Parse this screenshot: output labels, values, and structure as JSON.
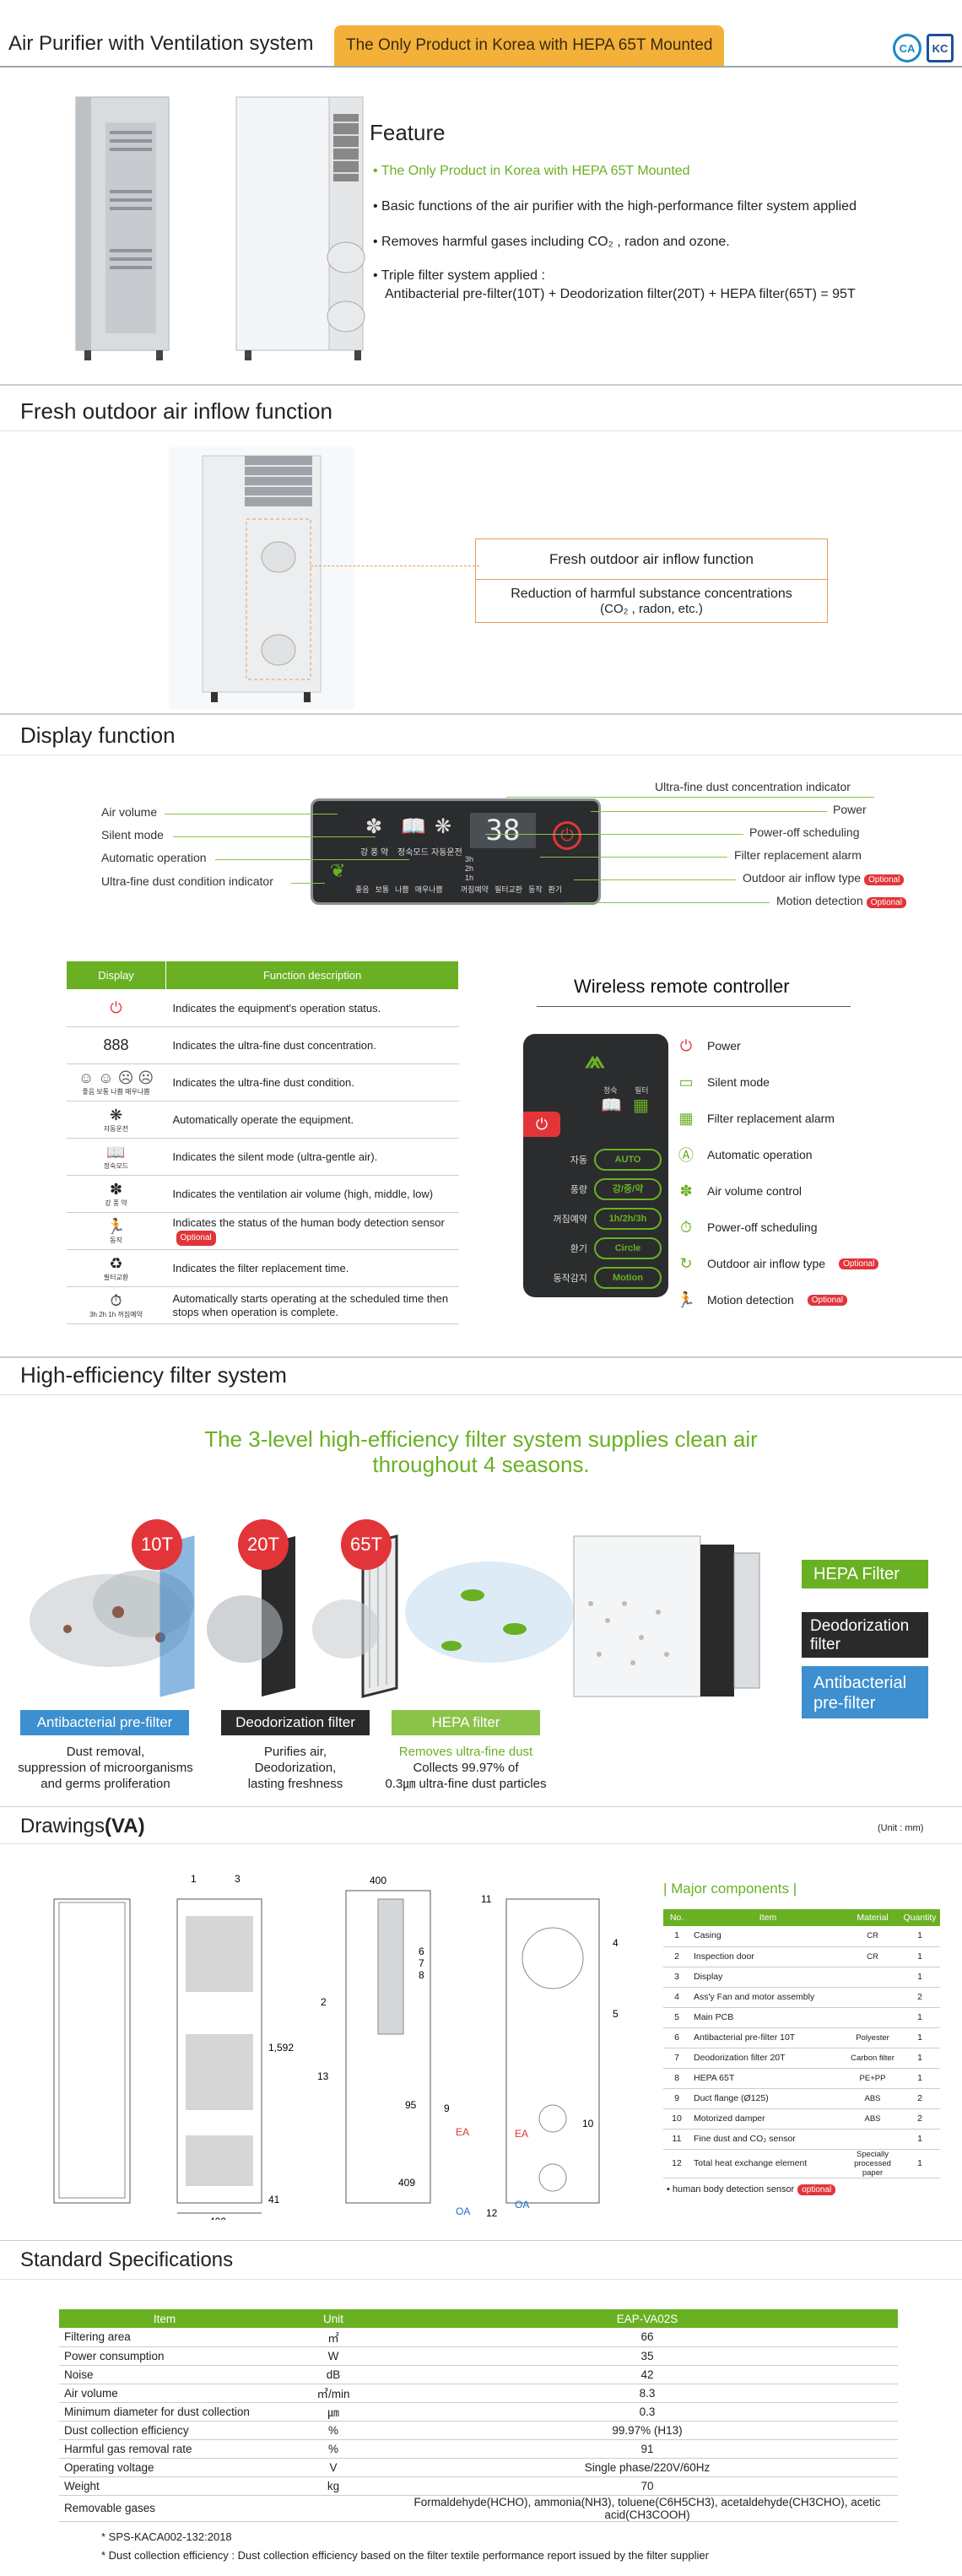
{
  "header": {
    "title": "Air Purifier with Ventilation system",
    "badge": "The Only Product in Korea with HEPA 65T Mounted",
    "cert1": "CA",
    "cert2": "KC"
  },
  "feature": {
    "title": "Feature",
    "items": [
      "• The Only Product in Korea with HEPA 65T Mounted",
      "• Basic functions of the air purifier with the high-performance filter system applied",
      "• Removes harmful gases including CO₂ , radon and ozone.",
      "• Triple filter system applied :",
      "Antibacterial pre-filter(10T) + Deodorization filter(20T) + HEPA filter(65T) = 95T"
    ]
  },
  "fresh": {
    "title": "Fresh outdoor air inflow function",
    "box_title": "Fresh outdoor air inflow function",
    "box_text1": "Reduction of harmful substance concentrations",
    "box_text2": "(CO₂ , radon, etc.)"
  },
  "display": {
    "title": "Display function",
    "left_labels": [
      "Air volume",
      "Silent mode",
      "Automatic operation",
      "Ultra-fine dust condition indicator"
    ],
    "right_labels": [
      "Ultra-fine dust concentration indicator",
      "Power",
      "Power-off scheduling",
      "Filter replacement alarm",
      "Outdoor air inflow type",
      "Motion detection"
    ],
    "optional": "Optional",
    "panel_number": "38",
    "panel_top": [
      "강 풍 약",
      "정숙모드",
      "자동운전"
    ],
    "panel_bottom": [
      "좋음",
      "보통",
      "나쁨",
      "매우나쁨",
      "3h",
      "2h",
      "1h",
      "꺼짐예약",
      "필터교환",
      "동작",
      "환기"
    ],
    "table_headers": [
      "Display",
      "Function description"
    ],
    "table_rows": [
      "Indicates the equipment's operation status.",
      "Indicates the ultra-fine dust concentration.",
      "Indicates the ultra-fine dust condition.",
      "Automatically operate the equipment.",
      "Indicates the silent mode (ultra-gentle air).",
      "Indicates the ventilation air volume (high, middle, low)",
      "Indicates the status of the human body detection sensor",
      "Indicates the filter replacement time.",
      "Automatically starts operating at the scheduled time then stops when operation is complete."
    ],
    "table_icon_labels": [
      "",
      "",
      "좋음 보통 나쁨 매우나쁨",
      "자동운전",
      "정숙모드",
      "강 풍 약",
      "동작",
      "필터교환",
      "3h 2h 1h 꺼짐예약"
    ]
  },
  "remote": {
    "title": "Wireless remote controller",
    "items": [
      "Power",
      "Silent mode",
      "Filter replacement alarm",
      "Automatic operation",
      "Air volume control",
      "Power-off scheduling",
      "Outdoor air inflow type",
      "Motion detection"
    ],
    "buttons": [
      {
        "kr": "자동",
        "en": "AUTO"
      },
      {
        "kr": "풍량",
        "en": "강/중/약"
      },
      {
        "kr": "꺼짐예약",
        "en": "1h/2h/3h"
      },
      {
        "kr": "환기",
        "en": "Circle"
      },
      {
        "kr": "동작감지",
        "en": "Motion"
      }
    ],
    "top_labels": [
      "정숙",
      "필터"
    ]
  },
  "filter": {
    "title": "High-efficiency filter system",
    "headline1": "The 3-level high-efficiency filter system supplies clean air",
    "headline2": "throughout 4 seasons.",
    "badges": [
      "10T",
      "20T",
      "65T"
    ],
    "labels": [
      "Antibacterial pre-filter",
      "Deodorization filter",
      "HEPA filter"
    ],
    "desc1": [
      "Dust removal,",
      "suppression of microorganisms",
      "and germs proliferation"
    ],
    "desc2": [
      "Purifies air,",
      "Deodorization,",
      "lasting freshness"
    ],
    "desc3_green": "Removes ultra-fine dust",
    "desc3": [
      "Collects 99.97% of",
      "0.3㎛ ultra-fine dust particles"
    ],
    "right_labels": [
      "HEPA Filter",
      "Deodorization filter",
      "Antibacterial pre-filter"
    ]
  },
  "drawings": {
    "title": "Drawings",
    "title_suffix": "(VA)",
    "unit": "(Unit : mm)",
    "dims": [
      "400",
      "400",
      "1,592",
      "41",
      "95",
      "409",
      "EA",
      "OA",
      "EA",
      "OA"
    ],
    "callouts": [
      "1",
      "3",
      "2",
      "13",
      "6",
      "7",
      "8",
      "9",
      "11",
      "4",
      "5",
      "10",
      "12"
    ],
    "components_title": "| Major components |",
    "components_headers": [
      "No.",
      "Item",
      "Material",
      "Quantity"
    ],
    "components": [
      [
        "1",
        "Casing",
        "CR",
        "1"
      ],
      [
        "2",
        "Inspection door",
        "CR",
        "1"
      ],
      [
        "3",
        "Display",
        "",
        "1"
      ],
      [
        "4",
        "Ass'y Fan and motor assembly",
        "",
        "2"
      ],
      [
        "5",
        "Main PCB",
        "",
        "1"
      ],
      [
        "6",
        "Antibacterial pre-filter 10T",
        "Polyester",
        "1"
      ],
      [
        "7",
        "Deodorization filter 20T",
        "Carbon filter",
        "1"
      ],
      [
        "8",
        "HEPA 65T",
        "PE+PP",
        "1"
      ],
      [
        "9",
        "Duct flange (Ø125)",
        "ABS",
        "2"
      ],
      [
        "10",
        "Motorized damper",
        "ABS",
        "2"
      ],
      [
        "11",
        "Fine dust and CO₂ sensor",
        "",
        "1"
      ],
      [
        "12",
        "Total heat exchange element",
        "Specially processed paper",
        "1"
      ]
    ],
    "sensor_note": "• human body detection sensor",
    "optional": "optional"
  },
  "specs": {
    "title": "Standard Specifications",
    "headers": [
      "Item",
      "Unit",
      "EAP-VA02S"
    ],
    "rows": [
      [
        "Filtering area",
        "㎡",
        "66"
      ],
      [
        "Power consumption",
        "W",
        "35"
      ],
      [
        "Noise",
        "dB",
        "42"
      ],
      [
        "Air volume",
        "㎥/min",
        "8.3"
      ],
      [
        "Minimum diameter for dust collection",
        "㎛",
        "0.3"
      ],
      [
        "Dust collection efficiency",
        "%",
        "99.97% (H13)"
      ],
      [
        "Harmful gas removal rate",
        "%",
        "91"
      ],
      [
        "Operating voltage",
        "V",
        "Single phase/220V/60Hz"
      ],
      [
        "Weight",
        "kg",
        "70"
      ],
      [
        "Removable gases",
        "",
        "Formaldehyde(HCHO), ammonia(NH3), toluene(C6H5CH3), acetaldehyde(CH3CHO), acetic acid(CH3COOH)"
      ]
    ],
    "notes": [
      "* SPS-KACA002-132:2018",
      "* Dust collection efficiency : Dust collection efficiency based on the filter textile performance report issued by the filter supplier"
    ]
  }
}
